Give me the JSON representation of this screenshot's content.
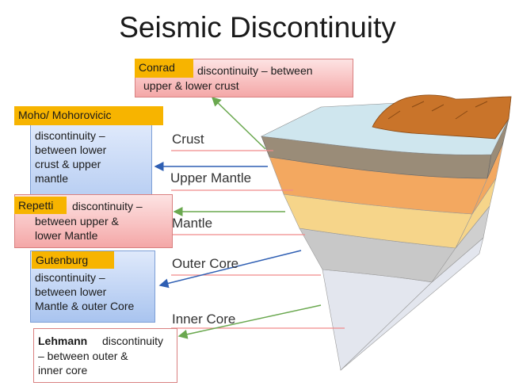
{
  "title": "Seismic Discontinuity",
  "discontinuities": {
    "conrad": {
      "name": "Conrad",
      "desc_1": "discontinuity – between",
      "desc_2": "upper & lower crust"
    },
    "moho": {
      "name": "Moho/ Mohorovicic",
      "lines": [
        "discontinuity –",
        "between lower",
        "crust & upper",
        "mantle"
      ]
    },
    "repetti": {
      "name": "Repetti",
      "desc_1": "discontinuity –",
      "lines": [
        "between upper &",
        "lower Mantle"
      ]
    },
    "gutenburg": {
      "name": "Gutenburg",
      "lines": [
        "discontinuity –",
        "between lower",
        "Mantle & outer Core"
      ]
    },
    "lehmann": {
      "name": "Lehmann",
      "desc_1": "discontinuity",
      "lines": [
        "– between outer &",
        "inner core"
      ]
    }
  },
  "layers": [
    "Crust",
    "Upper Mantle",
    "Mantle",
    "Outer Core",
    "Inner Core"
  ],
  "colors": {
    "crust": "#9a8c78",
    "upper_mantle": "#f3a860",
    "mantle": "#f6d58a",
    "outer_core": "#c8c8c8",
    "inner_core": "#e3e6ee",
    "surface": "#cfe6ee",
    "mountain": "#c9742a",
    "arrow_green": "#6aa84f",
    "arrow_blue": "#2f5fb3"
  }
}
